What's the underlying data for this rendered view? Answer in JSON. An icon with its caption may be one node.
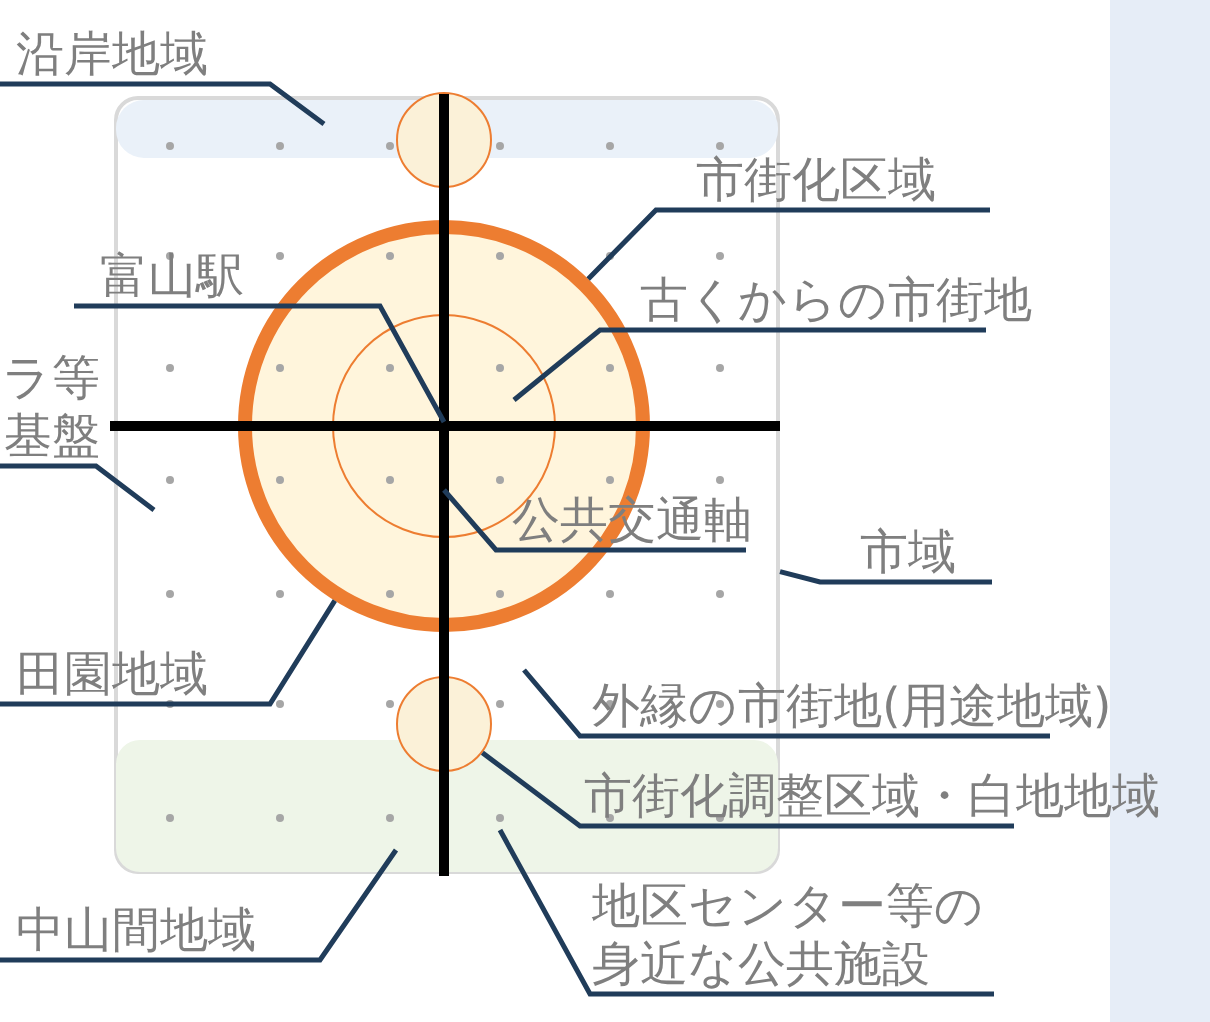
{
  "diagram": {
    "nodes": [
      {
        "text": [],
        "shape": "box"
      },
      {
        "text": [],
        "shape": "box",
        "in": 0
      },
      {
        "text": [],
        "shape": "box",
        "in": 0
      },
      {
        "text": [],
        "shape": "circle",
        "in": 0
      },
      {
        "text": [],
        "shape": "circle",
        "in": 3
      },
      {
        "text": [],
        "shape": "circle",
        "in": 0
      },
      {
        "text": [],
        "shape": "circle",
        "in": 0
      },
      {
        "text": [
          "沿岸地域"
        ]
      },
      {
        "text": [
          "富山駅"
        ]
      },
      {
        "text": [
          "ラ等基盤"
        ]
      },
      {
        "text": [
          "田園地域"
        ]
      },
      {
        "text": [
          "中山間地域"
        ]
      },
      {
        "text": [
          "市街化区域"
        ]
      },
      {
        "text": [
          "古くからの市街地"
        ]
      },
      {
        "text": [
          "公共交通軸"
        ],
        "in": 0
      },
      {
        "text": [
          "市域"
        ]
      },
      {
        "text": [
          "外縁の市街地(用途地域)"
        ]
      },
      {
        "text": [
          "市街化調整区域・白地地域"
        ]
      },
      {
        "text": [
          "地区センター等の身近な公共施設"
        ]
      }
    ],
    "edges": [
      {
        "from": 7,
        "to": 1,
        "arrow": "none"
      },
      {
        "from": 8,
        "to": 4,
        "arrow": "none"
      },
      {
        "from": 9,
        "to": null,
        "arrow": "none"
      },
      {
        "from": 10,
        "to": 3,
        "arrow": "none"
      },
      {
        "from": 11,
        "to": 2,
        "arrow": "none"
      },
      {
        "from": 12,
        "to": 3,
        "arrow": "none"
      },
      {
        "from": 13,
        "to": 4,
        "arrow": "none"
      },
      {
        "from": 14,
        "to": 4,
        "arrow": "none"
      },
      {
        "from": 15,
        "to": 0,
        "arrow": "none"
      },
      {
        "from": 16,
        "to": null,
        "arrow": "none"
      },
      {
        "from": 17,
        "to": 6,
        "arrow": "none"
      },
      {
        "from": 18,
        "to": 2,
        "arrow": "none"
      }
    ]
  }
}
